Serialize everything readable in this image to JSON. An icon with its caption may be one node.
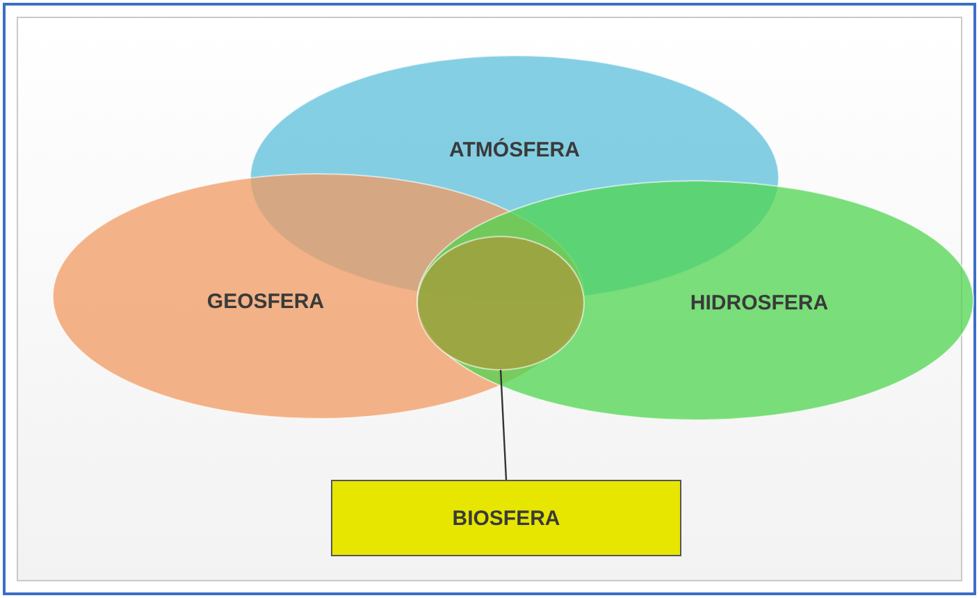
{
  "diagram": {
    "nodes": [
      {
        "text": [
          "ATMÓSFERA"
        ]
      },
      {
        "text": [
          "GEOSFERA"
        ]
      },
      {
        "text": [
          "HIDROSFERA"
        ]
      },
      {
        "text": [],
        "shape": "circle"
      },
      {
        "text": [
          "BIOSFERA"
        ]
      }
    ],
    "edges": [
      {
        "from": 4,
        "to": 3,
        "arrow": "none"
      }
    ]
  }
}
